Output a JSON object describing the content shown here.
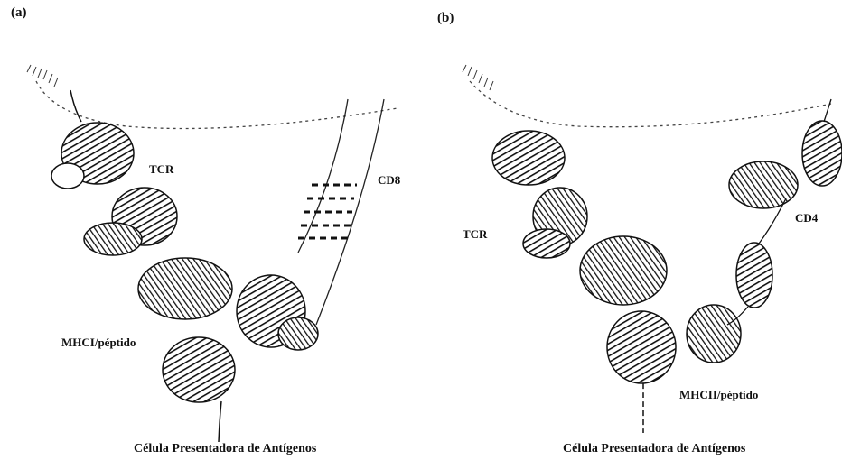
{
  "panels": [
    {
      "letter": "(a)",
      "labels": {
        "tcr": "TCR",
        "coreceptor": "CD8",
        "mhc": "MHCI/péptido"
      },
      "caption": "Célula Presentadora de Antígenos"
    },
    {
      "letter": "(b)",
      "labels": {
        "tcr": "TCR",
        "coreceptor": "CD4",
        "mhc": "MHCII/péptido"
      },
      "caption": "Célula Presentadora de Antígenos"
    }
  ],
  "colors": {
    "ink": "#111111",
    "background": "#ffffff"
  }
}
